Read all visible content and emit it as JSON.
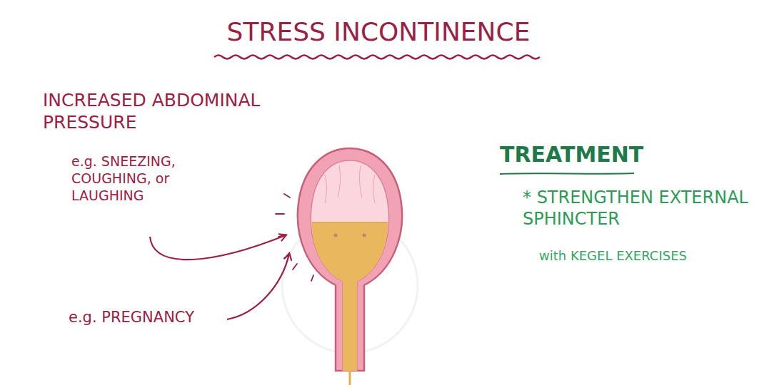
{
  "diagram": {
    "title": "STRESS INCONTINENCE",
    "labels": [
      "INCREASED ABDOMINAL PRESSURE",
      "e.g. SNEEZING, COUGHING, or LAUGHING",
      "e.g. PREGNANCY",
      "TREATMENT",
      "* STRENGTHEN EXTERNAL SPHINCTER",
      "with KEGEL EXERCISES"
    ]
  }
}
